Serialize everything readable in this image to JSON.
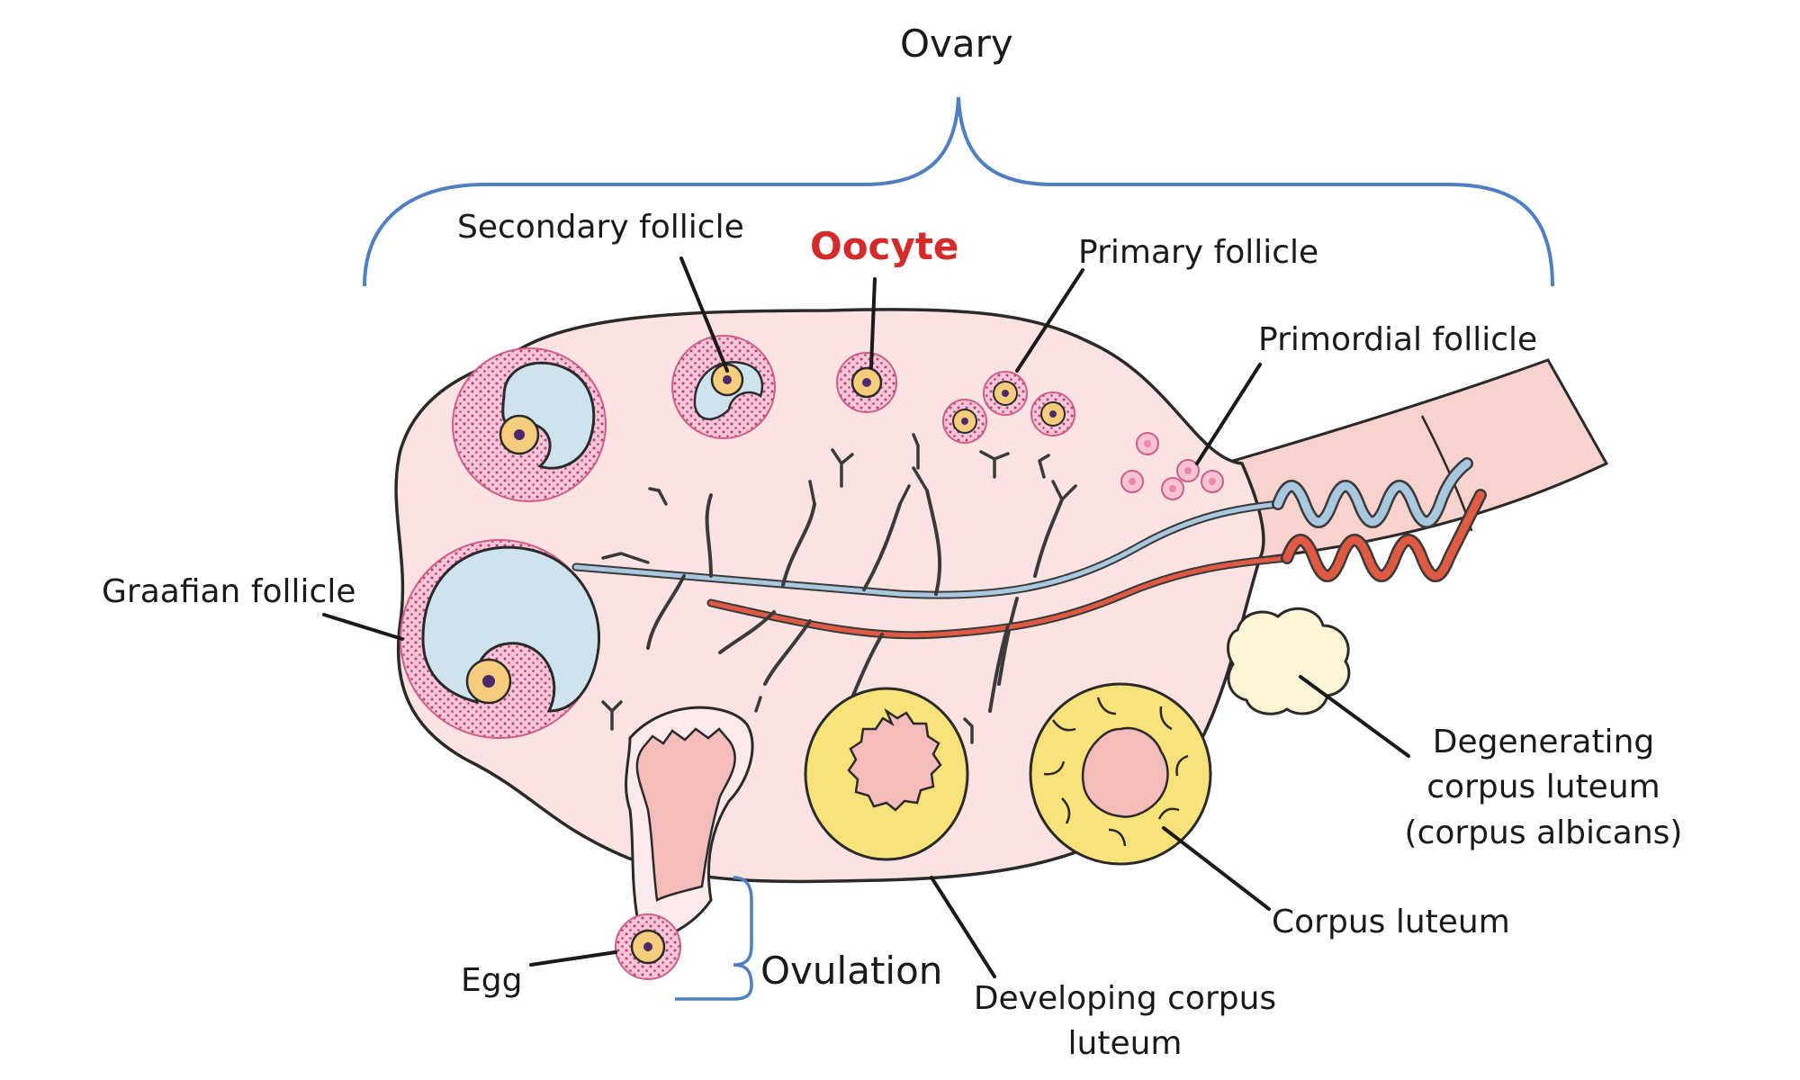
{
  "labels": {
    "ovary": "Ovary",
    "secondary_follicle": "Secondary follicle",
    "oocyte": "Oocyte",
    "primary_follicle": "Primary follicle",
    "primordial_follicle": "Primordial follicle",
    "graafian_follicle": "Graafian follicle",
    "degenerating_line1": "Degenerating",
    "degenerating_line2": "corpus luteum",
    "degenerating_line3": "(corpus albicans)",
    "corpus_luteum": "Corpus luteum",
    "developing_line1": "Developing corpus",
    "developing_line2": "luteum",
    "ovulation": "Ovulation",
    "egg": "Egg"
  },
  "colors": {
    "accent": "#d42a2a",
    "brace": "#4f7fc0",
    "ovary_fill": "#fbe3e1",
    "ovary_stroke": "#2a2a2a",
    "follicle_pink": "#f0b4cc",
    "antrum_blue": "#cfe3ef",
    "oocyte_yellow": "#f6cd7c",
    "vein_blue": "#a8c8e0",
    "artery_red": "#e05a43",
    "luteum_yellow": "#f8e27a",
    "albicans_cream": "#fbf5d6",
    "leader_line": "#1a1a1a"
  }
}
